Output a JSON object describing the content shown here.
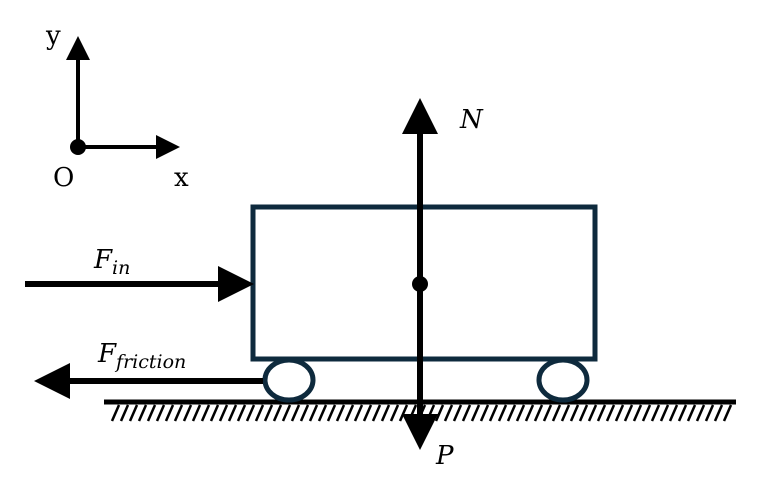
{
  "axes": {
    "y_label": "y",
    "x_label": "x",
    "origin_label": "O"
  },
  "forces": {
    "normal": "N",
    "weight": "P",
    "input_main": "F",
    "input_sub": "in",
    "friction_main": "F",
    "friction_sub": "friction"
  },
  "colors": {
    "cart": "#0e2a3d",
    "arrows": "#000000",
    "ground": "#000000"
  }
}
